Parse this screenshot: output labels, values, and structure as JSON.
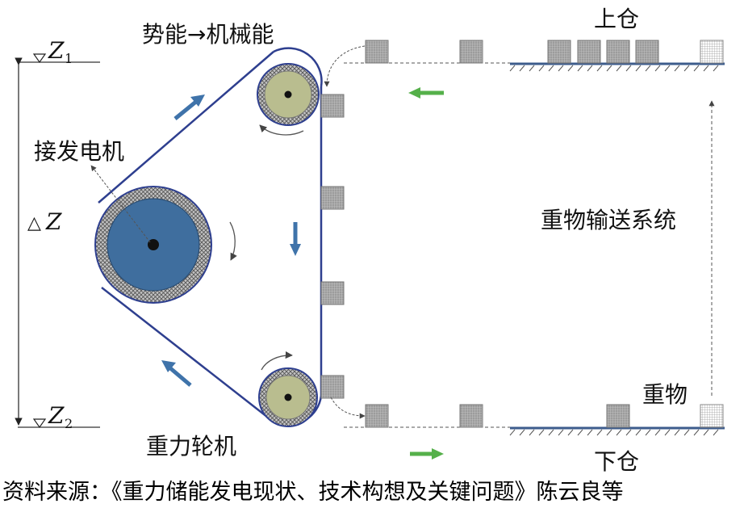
{
  "labels": {
    "energy_conversion": "势能→机械能",
    "upper_storage": "上仓",
    "lower_storage": "下仓",
    "generator": "接发电机",
    "transport_system": "重物输送系统",
    "weight": "重物",
    "gravity_wheel": "重力轮机",
    "delta_z_symbol": "△",
    "z_letter": "Z",
    "z1_subscript": "1",
    "z2_subscript": "2"
  },
  "caption": "资料来源：《重力储能发电现状、技术构想及关键问题》陈云良等",
  "colors": {
    "belt": "#2e3f8f",
    "generator_core": "#3f6e9e",
    "pulley_core": "#b9bd8f",
    "hatch_ring": "#8a8a8a",
    "weight_box": "#9a9a9a",
    "platform": "#3d5c8c",
    "flow_arrow_blue": "#3f73aa",
    "flow_arrow_green": "#55b04a"
  }
}
